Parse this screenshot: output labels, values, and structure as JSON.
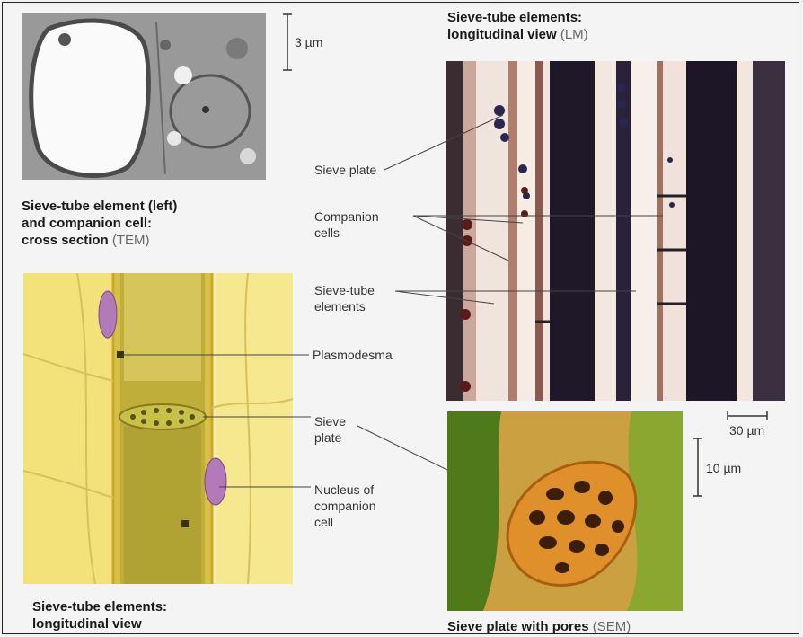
{
  "captions": {
    "tem": {
      "bold": "Sieve-tube element (left)",
      "bold2": "and companion cell:",
      "bold3": "cross section",
      "tag": "(TEM)"
    },
    "lm": {
      "bold": "Sieve-tube elements:",
      "bold2": "longitudinal view",
      "tag": "(LM)"
    },
    "drawing": {
      "bold": "Sieve-tube elements:",
      "bold2": "longitudinal view"
    },
    "sem": {
      "bold": "Sieve plate with pores",
      "tag": "(SEM)"
    }
  },
  "labels": {
    "sieve_plate_lm": "Sieve plate",
    "companion_cells_1": "Companion",
    "companion_cells_2": "cells",
    "sieve_tube_1": "Sieve-tube",
    "sieve_tube_2": "elements",
    "plasmodesma": "Plasmodesma",
    "sieve_plate_1": "Sieve",
    "sieve_plate_2": "plate",
    "nucleus_1": "Nucleus of",
    "nucleus_2": "companion",
    "nucleus_3": "cell"
  },
  "scale_bars": {
    "tem": "3 µm",
    "lm": "30 µm",
    "sem": "10 µm"
  },
  "colors": {
    "drawing_yellow": "#f3e27a",
    "drawing_dark": "#c9a92a",
    "nucleus": "#b27ab8",
    "sem_orange": "#e0902a",
    "sem_green": "#7aa02a",
    "lm_dark": "#1e1828"
  }
}
